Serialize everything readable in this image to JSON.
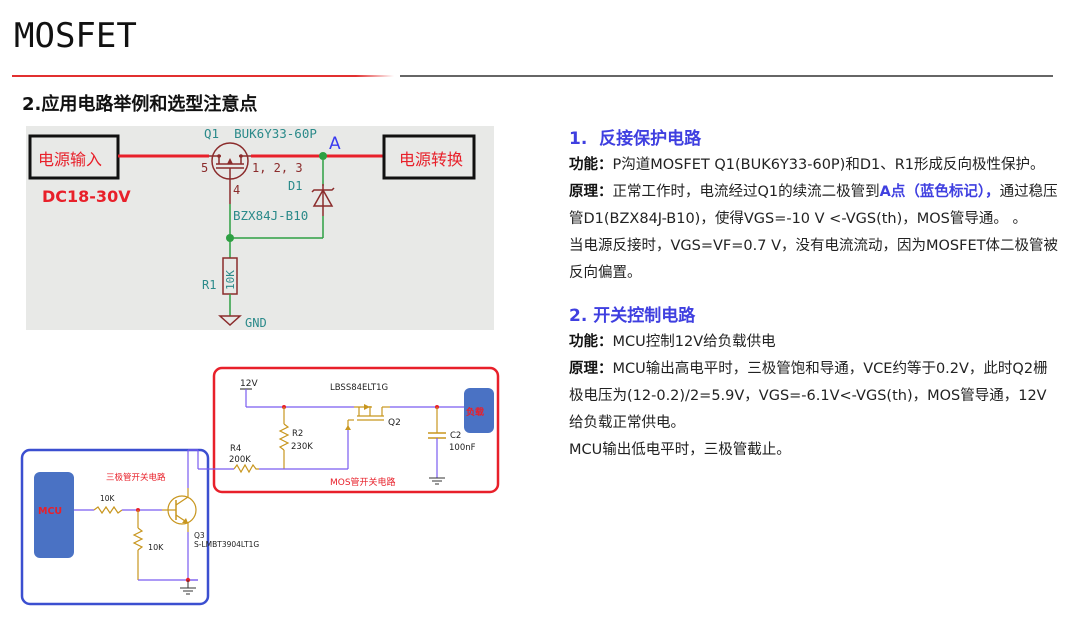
{
  "header": {
    "title": "MOSFET",
    "section": "2.应用电路举例和选型注意点"
  },
  "colors": {
    "accent_red": "#e23030",
    "heading_blue": "#3f3fe0",
    "wire_red": "#e8202a",
    "wire_green": "#2ea043",
    "wire_purple": "#7a5cf0",
    "component_brown": "#8b2c2c",
    "component_gold": "#c8961e",
    "label_teal": "#2b8a8a",
    "box_blue": "#3b4fd0",
    "mcu_fill": "#4a72c4"
  },
  "schematic1": {
    "input_box": "电源输入",
    "input_voltage": "DC18-30V",
    "q1_label": "Q1  BUK6Y33-60P",
    "pin_left": "5",
    "pin_right": "1, 2, 3",
    "pin_gate": "4",
    "node_a": "A",
    "d1_label": "D1",
    "d1_part": "BZX84J-B10",
    "r1_label": "R1",
    "r1_value": "10K",
    "gnd_label": "GND",
    "output_box": "电源转换"
  },
  "schematic2": {
    "supply": "12V",
    "q2_part": "LBSS84ELT1G",
    "q2_label": "Q2",
    "r2_label": "R2",
    "r2_value": "230K",
    "r4_label": "R4",
    "r4_value": "200K",
    "c2_label": "C2",
    "c2_value": "100nF",
    "load": "负载",
    "mos_caption": "MOS管开关电路",
    "bjt_caption": "三极管开关电路",
    "mcu": "MCU",
    "rb_value": "10K",
    "rbe_value": "10K",
    "q3_label": "Q3",
    "q3_part": "S-LMBT3904LT1G"
  },
  "text": {
    "s1_title": "1.  反接保护电路",
    "s1_func_label": "功能：",
    "s1_func": "P沟道MOSFET Q1(BUK6Y33-60P)和D1、R1形成反向极性保护。",
    "s1_prin_label": "原理：",
    "s1_prin_a": "正常工作时，电流经过Q1的续流二极管到",
    "s1_prin_highlight": "A点（蓝色标记），",
    "s1_prin_b": "通过稳压管D1(BZX84J-B10)，使得VGS=-10 V <-VGS(th)，MOS管导通。 。",
    "s1_reverse": "当电源反接时，VGS=VF=0.7 V，没有电流流动，因为MOSFET体二极管被反向偏置。",
    "s2_title": "2. 开关控制电路",
    "s2_func_label": "功能：",
    "s2_func": "MCU控制12V给负载供电",
    "s2_prin_label": "原理：",
    "s2_prin": "MCU输出高电平时，三极管饱和导通，VCE约等于0.2V，此时Q2栅极电压为(12-0.2)/2=5.9V，VGS=-6.1V<-VGS(th)，MOS管导通，12V给负载正常供电。",
    "s2_low": "MCU输出低电平时，三极管截止。"
  }
}
